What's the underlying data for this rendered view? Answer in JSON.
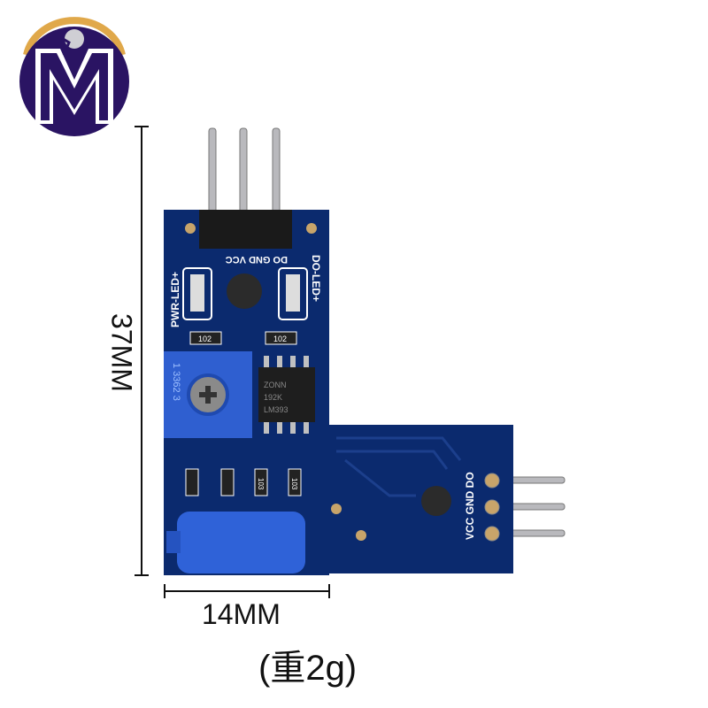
{
  "logo": {
    "letter": "M",
    "colors": {
      "purple": "#2a1463",
      "gold": "#e0a84a"
    }
  },
  "dimensions": {
    "height_label": "37MM",
    "width_label": "14MM",
    "weight_label": "(重2g)"
  },
  "pcb": {
    "color": "#0b2a6e",
    "header_label": "DO GND VCC",
    "pwr_led_label": "PWR-LED+",
    "do_led_label": "DO-LED+",
    "resistor_labels": [
      "102",
      "102",
      "103",
      "103"
    ],
    "potentiometer_label": "1 3362 3",
    "chip_label": [
      "ZONN",
      "192K",
      "LM393"
    ],
    "side_pin_label": "VCC GND DO"
  }
}
